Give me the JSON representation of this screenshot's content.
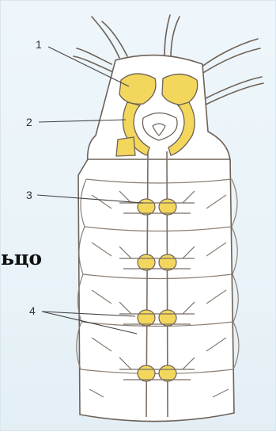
{
  "diagram": {
    "partial_word": "ьцо",
    "labels": {
      "l1": "1",
      "l2": "2",
      "l3": "3",
      "l4": "4"
    },
    "colors": {
      "ganglion": "#f2d75c",
      "outline": "#6e6258",
      "nerve": "#7a6e64"
    }
  }
}
